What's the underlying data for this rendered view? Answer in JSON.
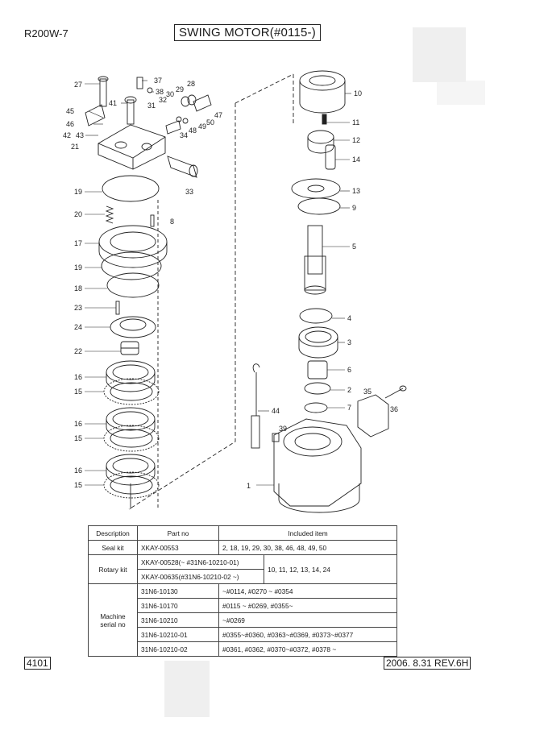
{
  "header": {
    "model": "R200W-7",
    "title": "SWING MOTOR(#0115-)"
  },
  "diagram": {
    "callouts": [
      "27",
      "37",
      "38",
      "28",
      "29",
      "30",
      "32",
      "41",
      "31",
      "45",
      "47",
      "46",
      "50",
      "49",
      "42",
      "43",
      "48",
      "34",
      "21",
      "33",
      "19",
      "20",
      "8",
      "17",
      "19",
      "18",
      "23",
      "24",
      "22",
      "16",
      "15",
      "16",
      "15",
      "16",
      "15",
      "10",
      "11",
      "12",
      "14",
      "13",
      "9",
      "5",
      "4",
      "3",
      "6",
      "2",
      "7",
      "35",
      "36",
      "44",
      "39",
      "1"
    ]
  },
  "table": {
    "headers": [
      "Description",
      "Part no",
      "Included item"
    ],
    "seal_kit": {
      "description": "Seal kit",
      "part_no": "XKAY-00553",
      "items": "2, 18, 19, 29, 30, 38, 46, 48, 49, 50"
    },
    "rotary_kit": {
      "description": "Rotary kit",
      "part_nos": [
        "XKAY-00528(~ #31N6-10210-01)",
        "XKAY-00635(#31N6-10210-02 ~)"
      ],
      "items": "10, 11, 12, 13, 14, 24"
    },
    "machine_serial": {
      "description_line1": "Machine",
      "description_line2": "serial no",
      "rows": [
        {
          "part_no": "31N6-10130",
          "range": "~#0114, #0270 ~ #0354"
        },
        {
          "part_no": "31N6-10170",
          "range": "#0115 ~ #0269, #0355~"
        },
        {
          "part_no": "31N6-10210",
          "range": "~#0269"
        },
        {
          "part_no": "31N6-10210-01",
          "range": "#0355~#0360, #0363~#0369, #0373~#0377"
        },
        {
          "part_no": "31N6-10210-02",
          "range": "#0361, #0362, #0370~#0372, #0378 ~"
        }
      ]
    }
  },
  "footer": {
    "page": "4101",
    "date_rev": "2006. 8.31  REV.6H"
  }
}
